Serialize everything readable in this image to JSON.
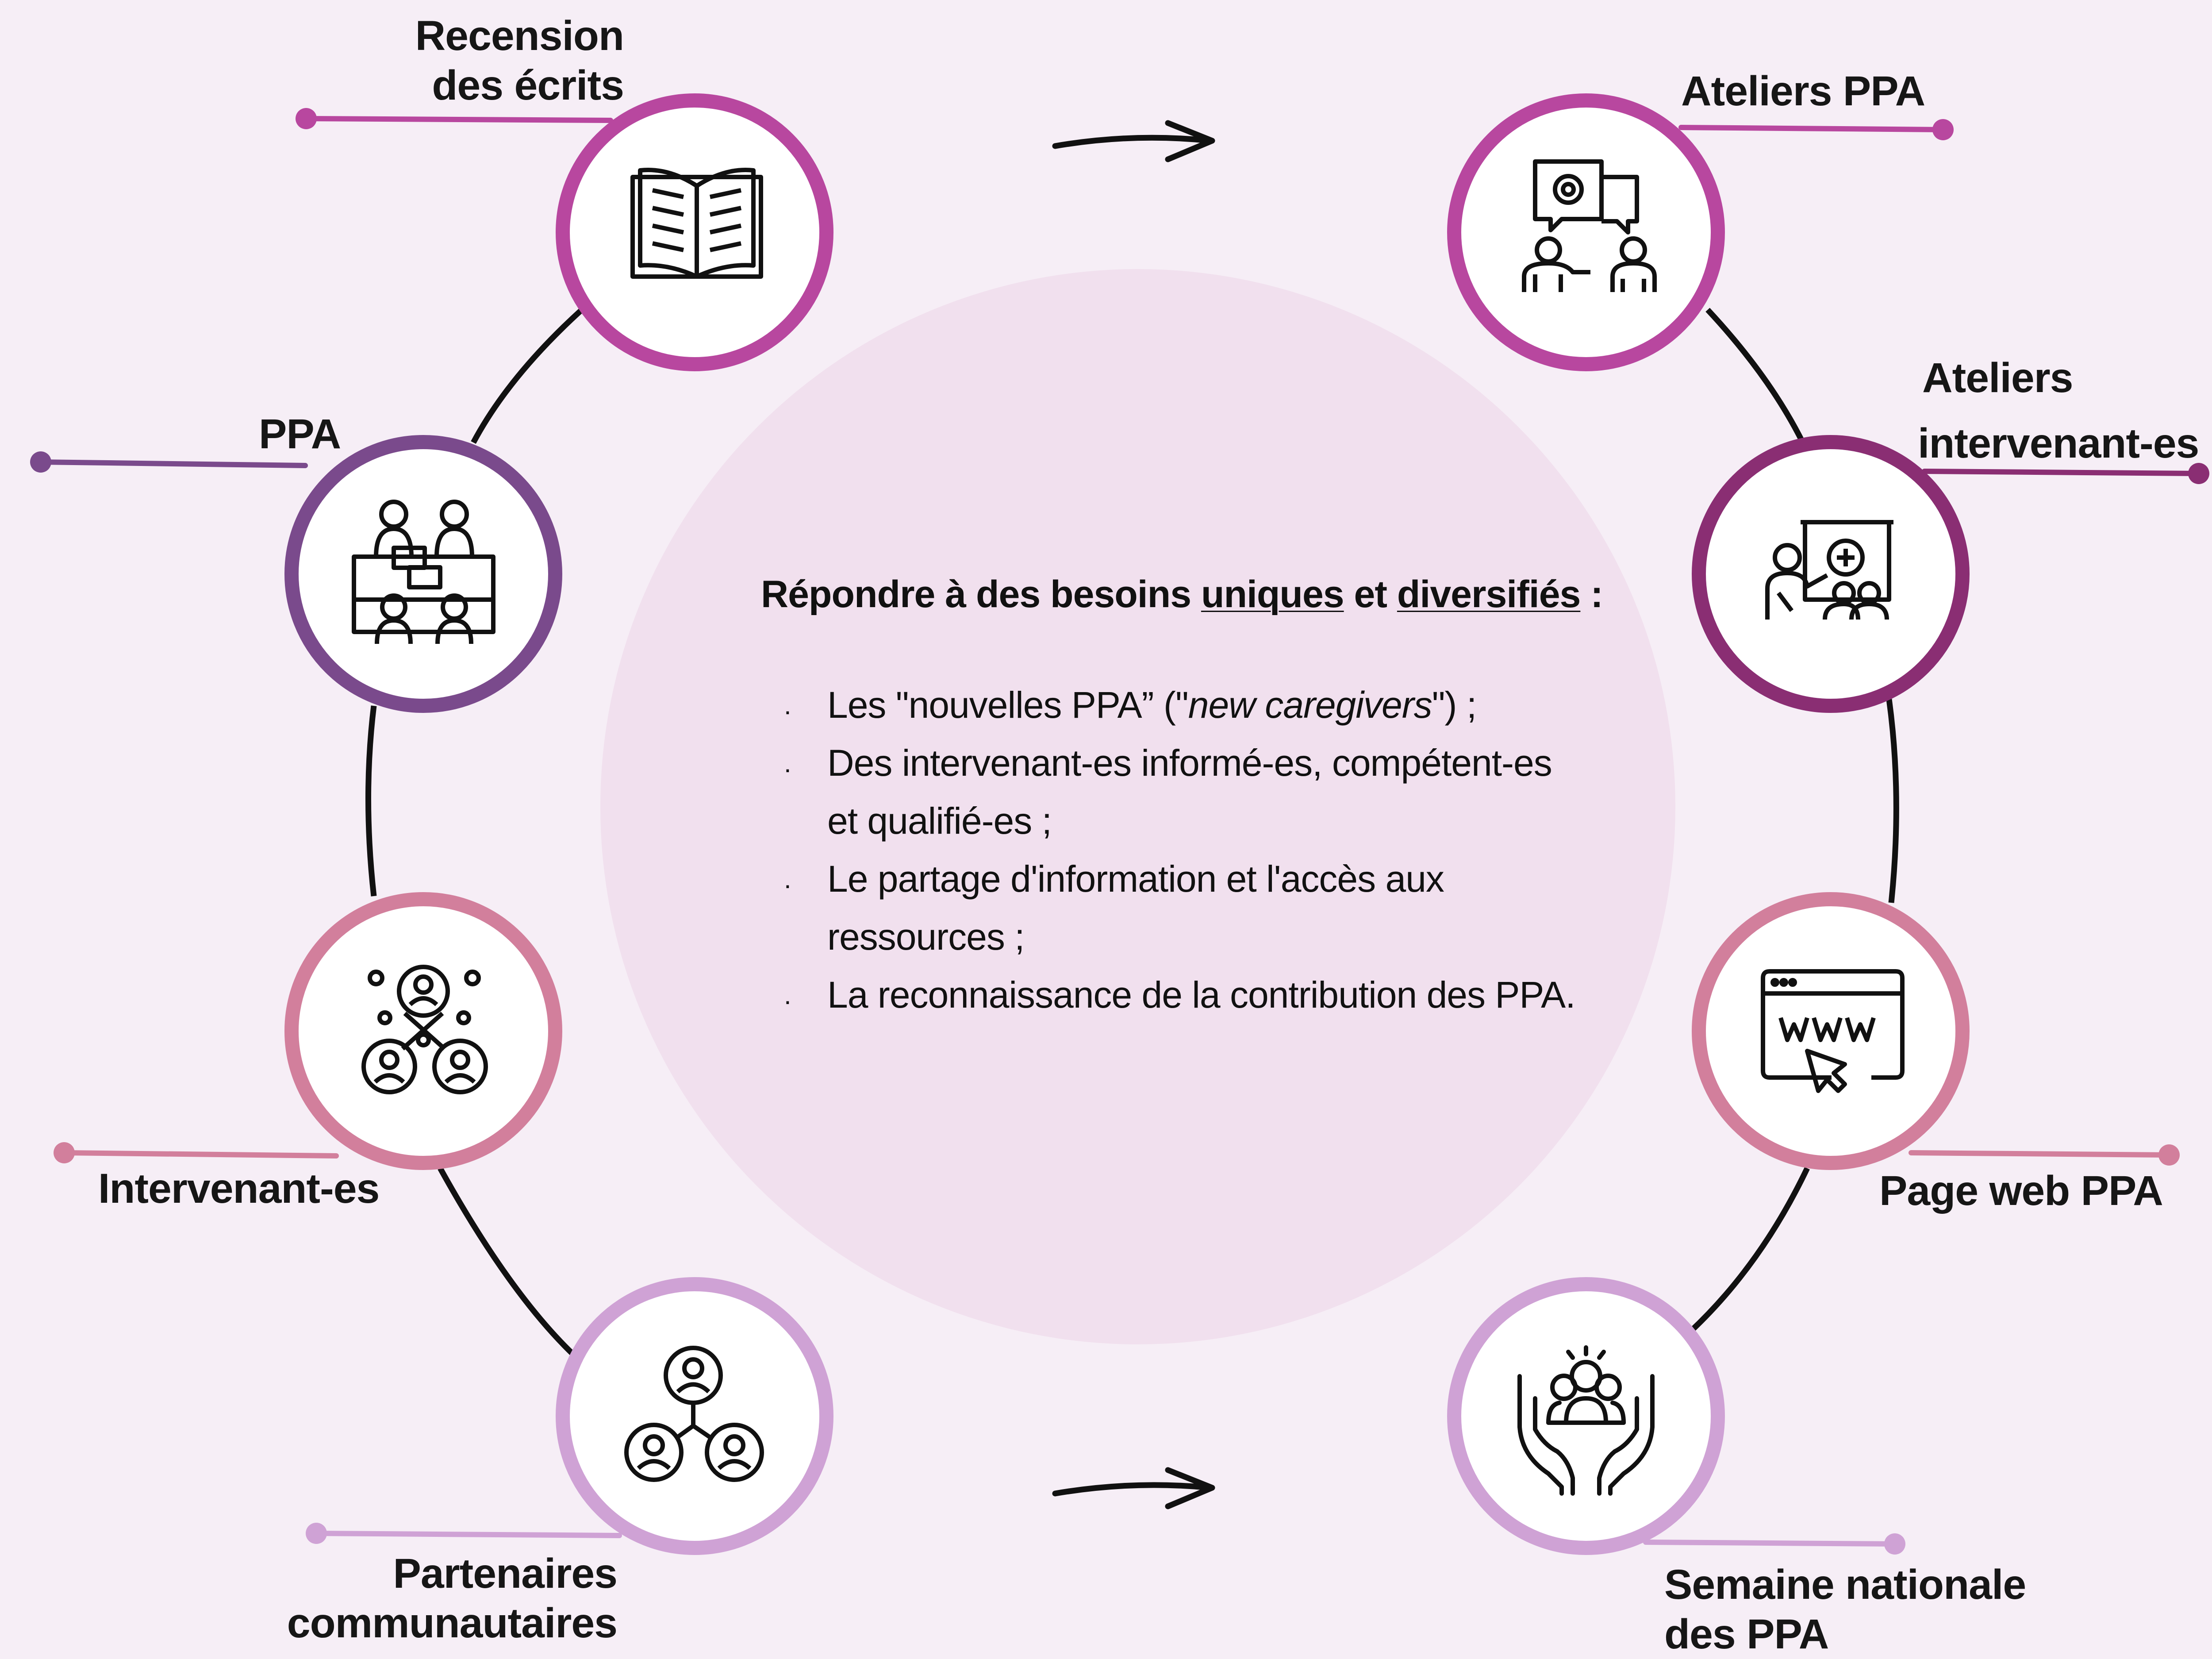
{
  "colors": {
    "background": "#f6eef6",
    "center_circle": "#f1e0ee",
    "magenta": "#b8479f",
    "purple": "#7a4a8c",
    "dark_magenta": "#8a2e73",
    "pink": "#d27f9c",
    "lilac": "#cfa2d5",
    "ring_line": "#111111"
  },
  "center": {
    "heading_pre": "Répondre à des besoins ",
    "heading_u1": "uniques",
    "heading_mid": " et ",
    "heading_u2": "diversifiés",
    "heading_post": " :",
    "item1_pre": "Les \"nouvelles PPA” (\"",
    "item1_em": "new caregivers",
    "item1_post": "\") ;",
    "item2_line1": "Des intervenant-es informé-es, compétent-es",
    "item2_line2": "et qualifié-es ;",
    "item3_line1": "Le partage d'information et l'accès aux",
    "item3_line2": "ressources ;",
    "item4": "La reconnaissance de la contribution des PPA.",
    "bullet": "."
  },
  "left_nodes": [
    {
      "label_line1": "Recension",
      "label_line2": "des écrits",
      "icon": "open-book-icon"
    },
    {
      "label": "PPA",
      "icon": "group-meeting-icon"
    },
    {
      "label": "Intervenant-es",
      "icon": "network-people-icon"
    },
    {
      "label_line1": "Partenaires",
      "label_line2": "communautaires",
      "icon": "connected-people-icon"
    }
  ],
  "right_nodes": [
    {
      "label": "Ateliers PPA",
      "icon": "workshop-discussion-icon"
    },
    {
      "label_line1": "Ateliers",
      "label_line2": "intervenant-es",
      "icon": "presentation-icon"
    },
    {
      "label": "Page web PPA",
      "icon": "www-browser-icon"
    },
    {
      "label_line1": "Semaine nationale",
      "label_line2": "des PPA",
      "icon": "hands-community-icon"
    }
  ],
  "arrows": [
    "right-arrow-icon",
    "right-arrow-icon"
  ]
}
